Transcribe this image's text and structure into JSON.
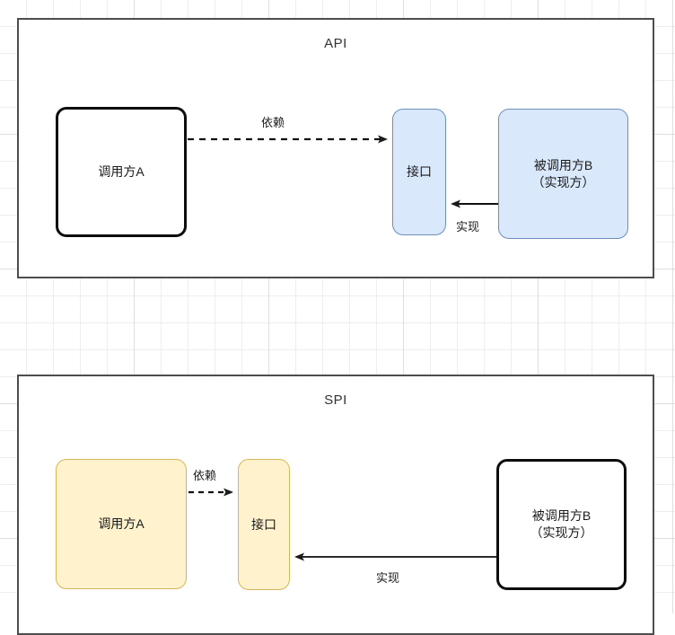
{
  "diagram": {
    "title_api": "API",
    "title_spi": "SPI",
    "colors": {
      "blue_fill": "#dae8fc",
      "blue_stroke": "#6c8ebf",
      "yellow_fill": "#fff2cc",
      "yellow_stroke": "#d6b656",
      "plain_fill": "#ffffff",
      "plain_stroke": "#0d0d0d",
      "container_stroke": "#4d4d4d",
      "grid": "#e8e8ec"
    }
  },
  "api": {
    "title": "API",
    "nodes": {
      "caller": "调用方A",
      "interface": "接口",
      "callee_line1": "被调用方B",
      "callee_line2": "（实现方）"
    },
    "edges": {
      "dependency": "依赖",
      "implement": "实现"
    }
  },
  "spi": {
    "title": "SPI",
    "nodes": {
      "caller": "调用方A",
      "interface": "接口",
      "callee_line1": "被调用方B",
      "callee_line2": "（实现方）"
    },
    "edges": {
      "dependency": "依赖",
      "implement": "实现"
    }
  }
}
